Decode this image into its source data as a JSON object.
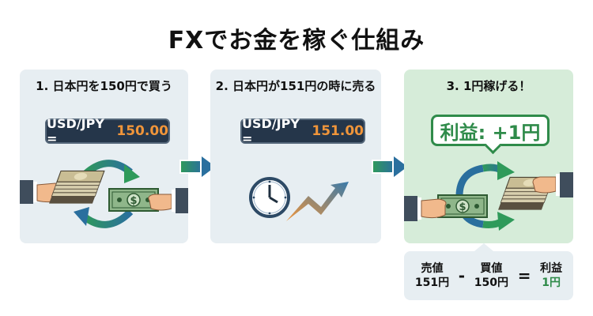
{
  "title": "FXでお金を稼ぐ仕組み",
  "steps": [
    {
      "heading": "1. 日本円を150円で買う",
      "rate_label": "USD/JPY =",
      "rate_value": "150.00",
      "illustration": "hands-exchanging-yen-for-dollar"
    },
    {
      "heading": "2. 日本円が151円の時に売る",
      "rate_label": "USD/JPY =",
      "rate_value": "151.00",
      "illustration": "clock-and-rising-trend-arrow"
    },
    {
      "heading": "3. 1円稼げる！",
      "profit_label": "利益: +1円",
      "illustration": "hands-exchanging-dollar-for-yen"
    }
  ],
  "formula": {
    "sell_label": "売値",
    "sell_value": "151円",
    "minus": "-",
    "buy_label": "買値",
    "buy_value": "150円",
    "equals": "=",
    "profit_label": "利益",
    "profit_value": "1円"
  },
  "colors": {
    "panel_bg": "#e7eef2",
    "panel_success_bg": "#d6ecd9",
    "rate_box_bg": "#25364a",
    "rate_value": "#f0953a",
    "profit_green": "#2f8b4a",
    "arrow_green": "#2f9a5a",
    "arrow_blue": "#2a6f9e"
  }
}
